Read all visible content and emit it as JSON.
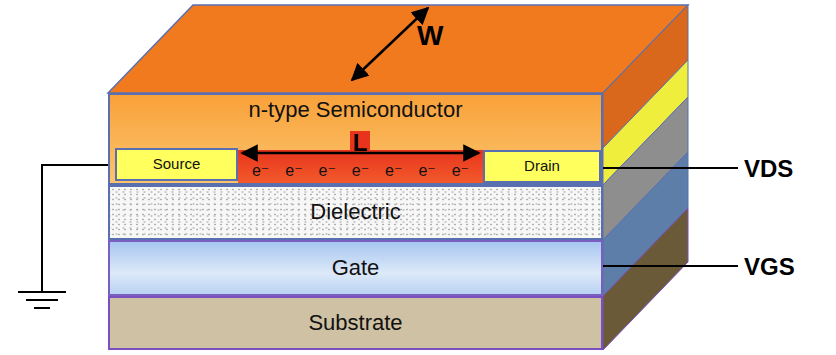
{
  "diagram": {
    "nodes": [
      {
        "text": [
          "n-type Semiconductor"
        ]
      },
      {
        "text": [
          "Source"
        ],
        "in": 0
      },
      {
        "text": [
          "e⁻",
          "e⁻",
          "e⁻",
          "e⁻",
          "e⁻",
          "e⁻",
          "e⁻"
        ],
        "in": 0
      },
      {
        "text": [
          "Drain"
        ],
        "in": 0
      },
      {
        "text": [
          "Dielectric"
        ]
      },
      {
        "text": [
          "Gate"
        ]
      },
      {
        "text": [
          "Substrate"
        ]
      }
    ],
    "labels": [
      "W",
      "L",
      "VDS",
      "VGS"
    ]
  }
}
